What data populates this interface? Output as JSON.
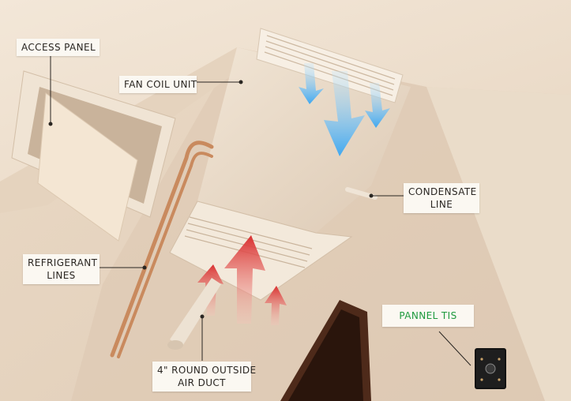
{
  "labels": {
    "access_panel": "ACCESS PANEL",
    "fan_coil_unit": "FAN COIL UNIT",
    "condensate_line": [
      "CONDENSATE",
      "LINE"
    ],
    "refrigerant_lines": [
      "REFRIGERANT",
      "LINES"
    ],
    "outside_air_duct": [
      "4\" ROUND OUTSIDE",
      "AIR DUCT"
    ],
    "pannel_tis": "PANNEL TIS"
  },
  "colors": {
    "label_text": "#2a2622",
    "pannel_label_text": "#1e9a3e",
    "cool_air": "#3fa8f0",
    "warm_air": "#d93030",
    "copper_pipe": "#c98a5e",
    "wall": "#e7d8c6"
  }
}
